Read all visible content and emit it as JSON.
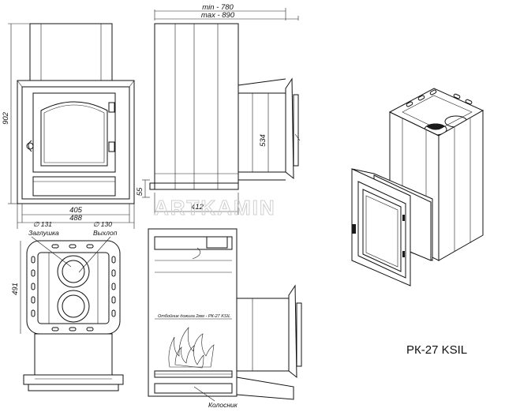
{
  "model_label": "РК-27 KSIL",
  "watermark": "ARTKAMIN",
  "dimensions": {
    "front_height": "902",
    "front_width_inner": "405",
    "front_width_outer": "488",
    "side_min": "min - 780",
    "side_max": "max - 890",
    "side_depth": "412",
    "side_tunnel_height": "534",
    "side_leg": "55",
    "top_depth": "491",
    "diameter_plug": "∅ 131",
    "diameter_outlet": "∅ 130"
  },
  "labels": {
    "plug": "Заглушка",
    "outlet": "Выхлоп",
    "grate": "Колосник",
    "deflector": "Отбойник дожига 2мм - РК-27 KSIL"
  }
}
